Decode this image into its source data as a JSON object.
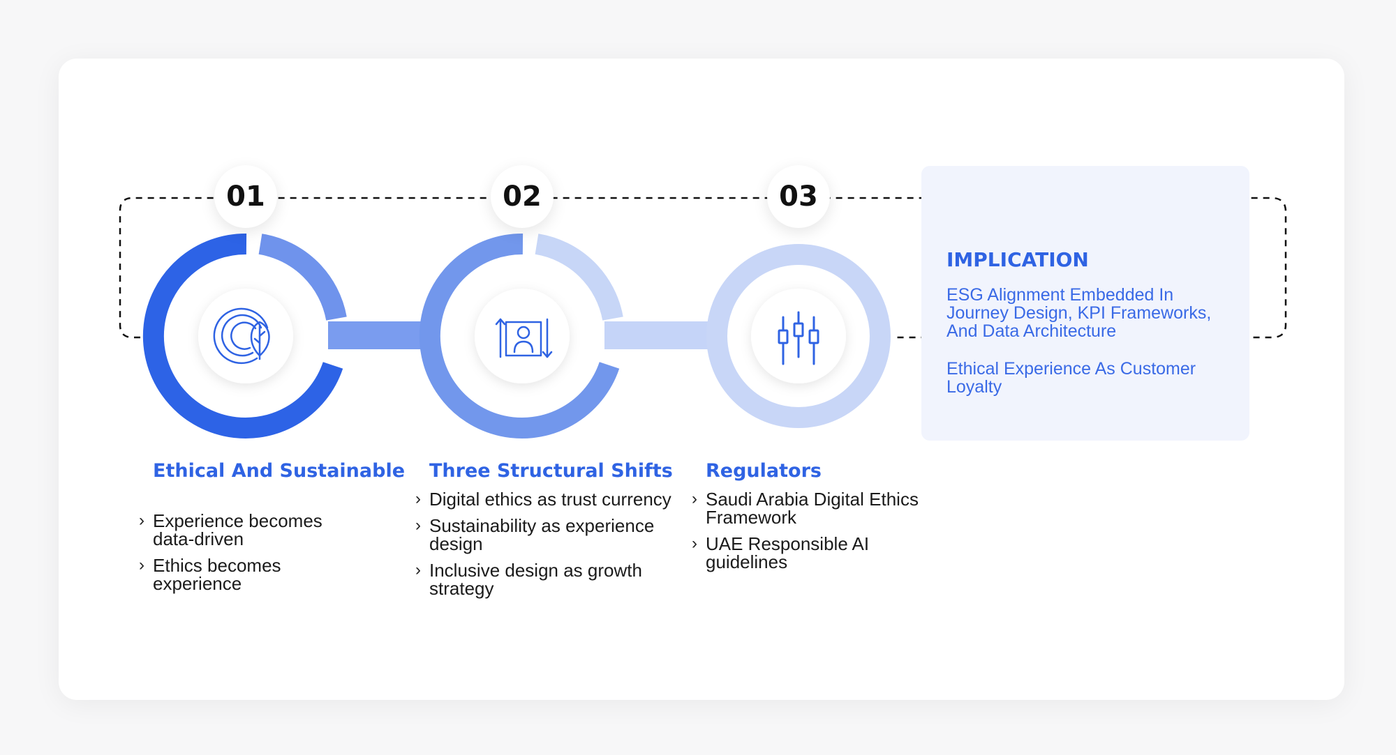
{
  "steps": [
    {
      "number": "01",
      "title": "Ethical And Sustainable",
      "icon": "leaf-circle-icon",
      "bullets": [
        "Experience becomes data-driven",
        "Ethics becomes experience"
      ]
    },
    {
      "number": "02",
      "title": "Three Structural Shifts",
      "icon": "person-transfer-icon",
      "bullets": [
        "Digital ethics as trust currency",
        "Sustainability as experience design",
        "Inclusive design as growth strategy"
      ]
    },
    {
      "number": "03",
      "title": "Regulators",
      "icon": "sliders-icon",
      "bullets": [
        "Saudi Arabia Digital Ethics Framework",
        "UAE Responsible AI guidelines"
      ]
    }
  ],
  "implication": {
    "title": "IMPLICATION",
    "line1": "ESG Alignment Embedded In Journey Design, KPI Frameworks, And Data Architecture",
    "line2": "Ethical Experience As Customer Loyalty"
  },
  "colors": {
    "accent": "#2f63e3",
    "ring1": "#2d63e6",
    "ring2": "#7096ec",
    "ring3": "#c5d4f8",
    "panel": "#f1f4fd"
  }
}
